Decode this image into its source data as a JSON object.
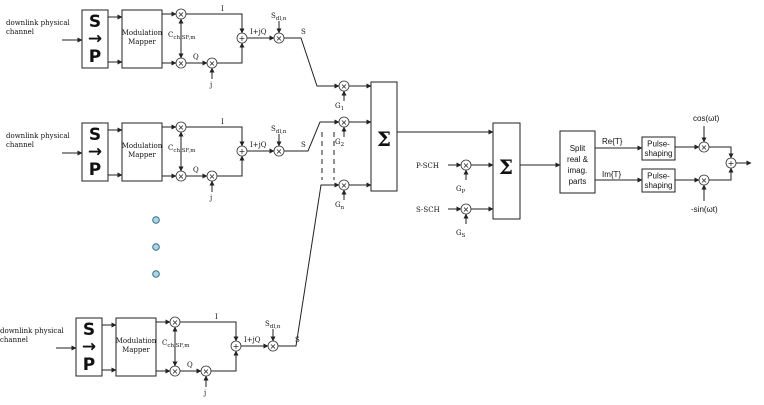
{
  "channels": [
    {
      "input": [
        "downlink physical",
        "channel"
      ],
      "sp": {
        "top": "S",
        "arrow": "→",
        "bottom": "P"
      },
      "mapper": [
        "Modulation",
        "Mapper"
      ],
      "i": "I",
      "q": "Q",
      "c": "C",
      "c_sub": "ch,SF,m",
      "j": "j",
      "iq": "I+jQ",
      "sdl": "S",
      "sdl_sub": "dl,n",
      "s": "S"
    },
    {
      "input": [
        "downlink physical",
        "channel"
      ],
      "sp": {
        "top": "S",
        "arrow": "→",
        "bottom": "P"
      },
      "mapper": [
        "Modulation",
        "Mapper"
      ],
      "i": "I",
      "q": "Q",
      "c": "C",
      "c_sub": "ch,SF,m",
      "j": "j",
      "iq": "I+jQ",
      "sdl": "S",
      "sdl_sub": "dl,n",
      "s": "S"
    },
    {
      "input": [
        "downlink physical",
        "channel"
      ],
      "sp": {
        "top": "S",
        "arrow": "→",
        "bottom": "P"
      },
      "mapper": [
        "Modulation",
        "Mapper"
      ],
      "i": "I",
      "q": "Q",
      "c": "C",
      "c_sub": "ch,SF,m",
      "j": "j",
      "iq": "I+jQ",
      "sdl": "S",
      "sdl_sub": "dl,n",
      "s": "S"
    }
  ],
  "gains": [
    {
      "g": "G",
      "sub": "1"
    },
    {
      "g": "G",
      "sub": "2"
    },
    {
      "g": "G",
      "sub": "n"
    }
  ],
  "sum_symbol": "Σ",
  "sync": [
    {
      "label": "P-SCH",
      "g": "G",
      "sub": "P"
    },
    {
      "label": "S-SCH",
      "g": "G",
      "sub": "S"
    }
  ],
  "split": [
    "Split",
    "real &",
    "imag.",
    "parts"
  ],
  "re": "Re{T}",
  "im": "Im{T}",
  "pulse": [
    "Pulse-",
    "shaping"
  ],
  "cos": "cos(ωt)",
  "sin": "-sin(ωt)",
  "mult_symbol": "×",
  "plus_symbol": "+",
  "colors": {
    "line": "#222222",
    "dot_fill": "#a9d6e8",
    "dot_stroke": "#2f6f8a"
  }
}
